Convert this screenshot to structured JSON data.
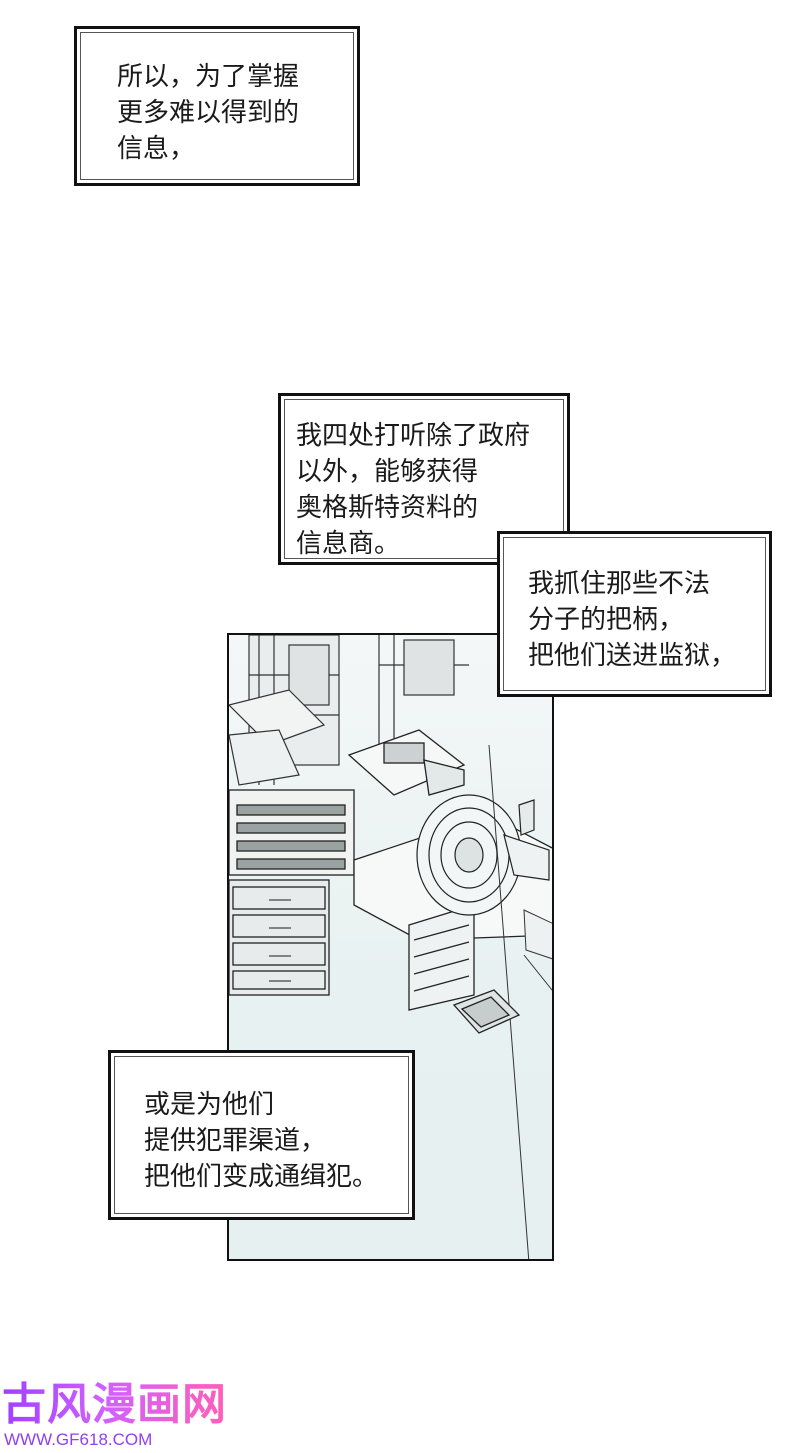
{
  "captions": {
    "first": [
      "所以，为了掌握",
      "更多难以得到的",
      "信息，"
    ],
    "second": [
      "我四处打听除了政府",
      "以外，能够获得",
      "奥格斯特资料的",
      "信息商。"
    ],
    "third": [
      "我抓住那些不法",
      "分子的把柄，",
      "把他们送进监狱，"
    ],
    "fourth": [
      "或是为他们",
      "提供犯罪渠道，",
      "把他们变成通缉犯。"
    ]
  },
  "watermark": {
    "title": "古风漫画网",
    "url": "WWW.GF618.COM",
    "colors": {
      "start": "#a040ff",
      "end": "#ff5fb8"
    }
  },
  "panel": {
    "scene": "office-desk-illustration"
  }
}
